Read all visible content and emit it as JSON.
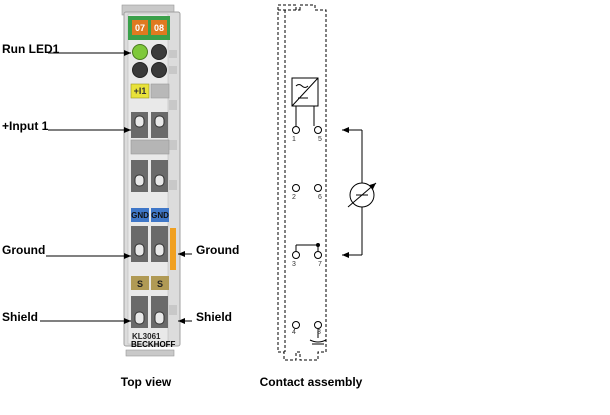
{
  "callouts": {
    "run_led1": "Run LED1",
    "input1": "+Input 1",
    "ground_left": "Ground",
    "ground_right": "Ground",
    "shield_left": "Shield",
    "shield_right": "Shield"
  },
  "module": {
    "led_numbers": [
      "07",
      "08"
    ],
    "input_tag": "+I1",
    "gnd_tags": [
      "GND",
      "GND"
    ],
    "shield_tags": [
      "S",
      "S"
    ],
    "model": "KL3061",
    "brand": "BECKHOFF"
  },
  "contacts": {
    "numbers": [
      "1",
      "5",
      "2",
      "6",
      "3",
      "7",
      "4",
      "8"
    ]
  },
  "captions": {
    "top_view": "Top view",
    "contact_assembly": "Contact assembly"
  },
  "colors": {
    "led_green": "#7ec83a",
    "orange_tag": "#e07a20",
    "header_green": "#3aa04a",
    "gnd_blue": "#3f77c8",
    "shield_tag": "#b09a55",
    "input_tag": "#e8e23a",
    "side_orange": "#f0a020"
  }
}
